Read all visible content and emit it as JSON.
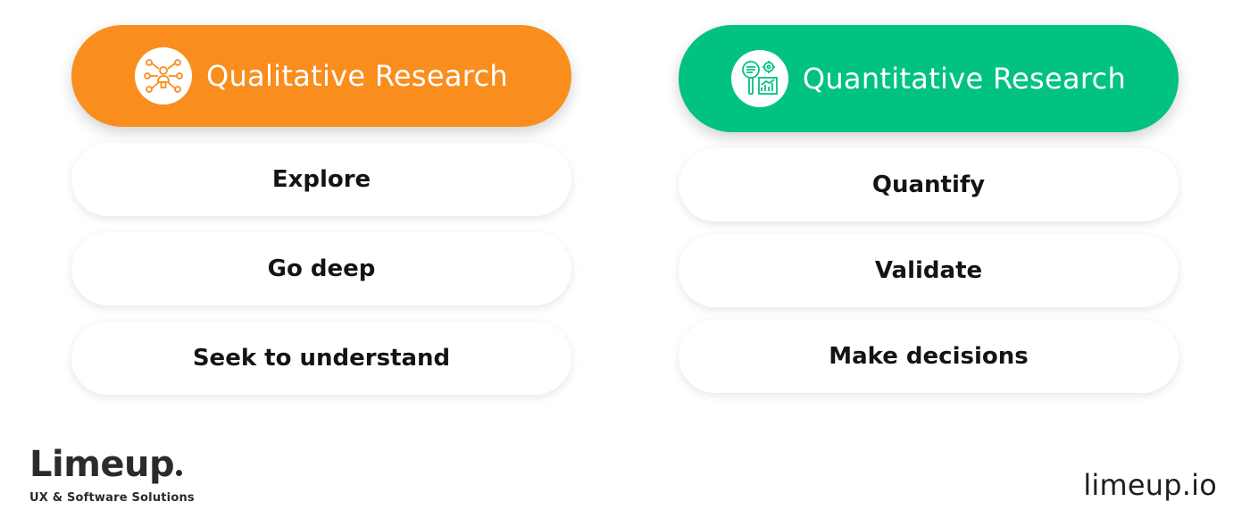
{
  "colors": {
    "qualitative_accent": "#f98e1e",
    "quantitative_accent": "#02c283",
    "card_background": "#ffffff",
    "text_dark": "#141414"
  },
  "qualitative": {
    "title": "Qualitative Research",
    "icon": "network-person-icon",
    "items": [
      "Explore",
      "Go deep",
      "Seek to understand"
    ]
  },
  "quantitative": {
    "title": "Quantitative Research",
    "icon": "analytics-magnifier-icon",
    "items": [
      "Quantify",
      "Validate",
      "Make decisions"
    ]
  },
  "brand": {
    "name": "Limeup",
    "tagline": "UX & Software Solutions"
  },
  "site_url": "limeup.io"
}
